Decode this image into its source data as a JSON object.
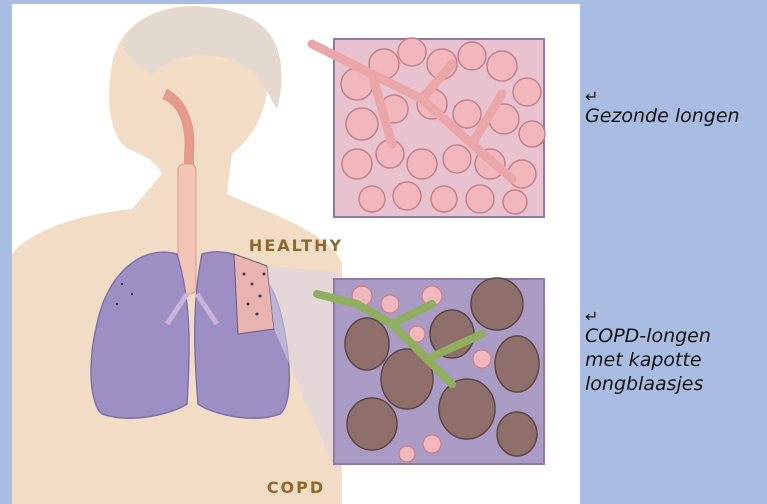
{
  "labels": {
    "healthy": "HEALTHY",
    "copd": "COPD",
    "note_healthy": "Gezonde longen",
    "note_copd_lines": [
      "COPD-longen",
      "met kapotte",
      "longblaasjes"
    ],
    "arrow": "↵"
  },
  "colors": {
    "background": "#a9bde3",
    "caption": "#8b6a2e",
    "skin": "#f3dcc5",
    "lung": "#9d8fc3",
    "alveoli_healthy": "#f1b7bd",
    "alveoli_copd": "#8e6f6b"
  }
}
